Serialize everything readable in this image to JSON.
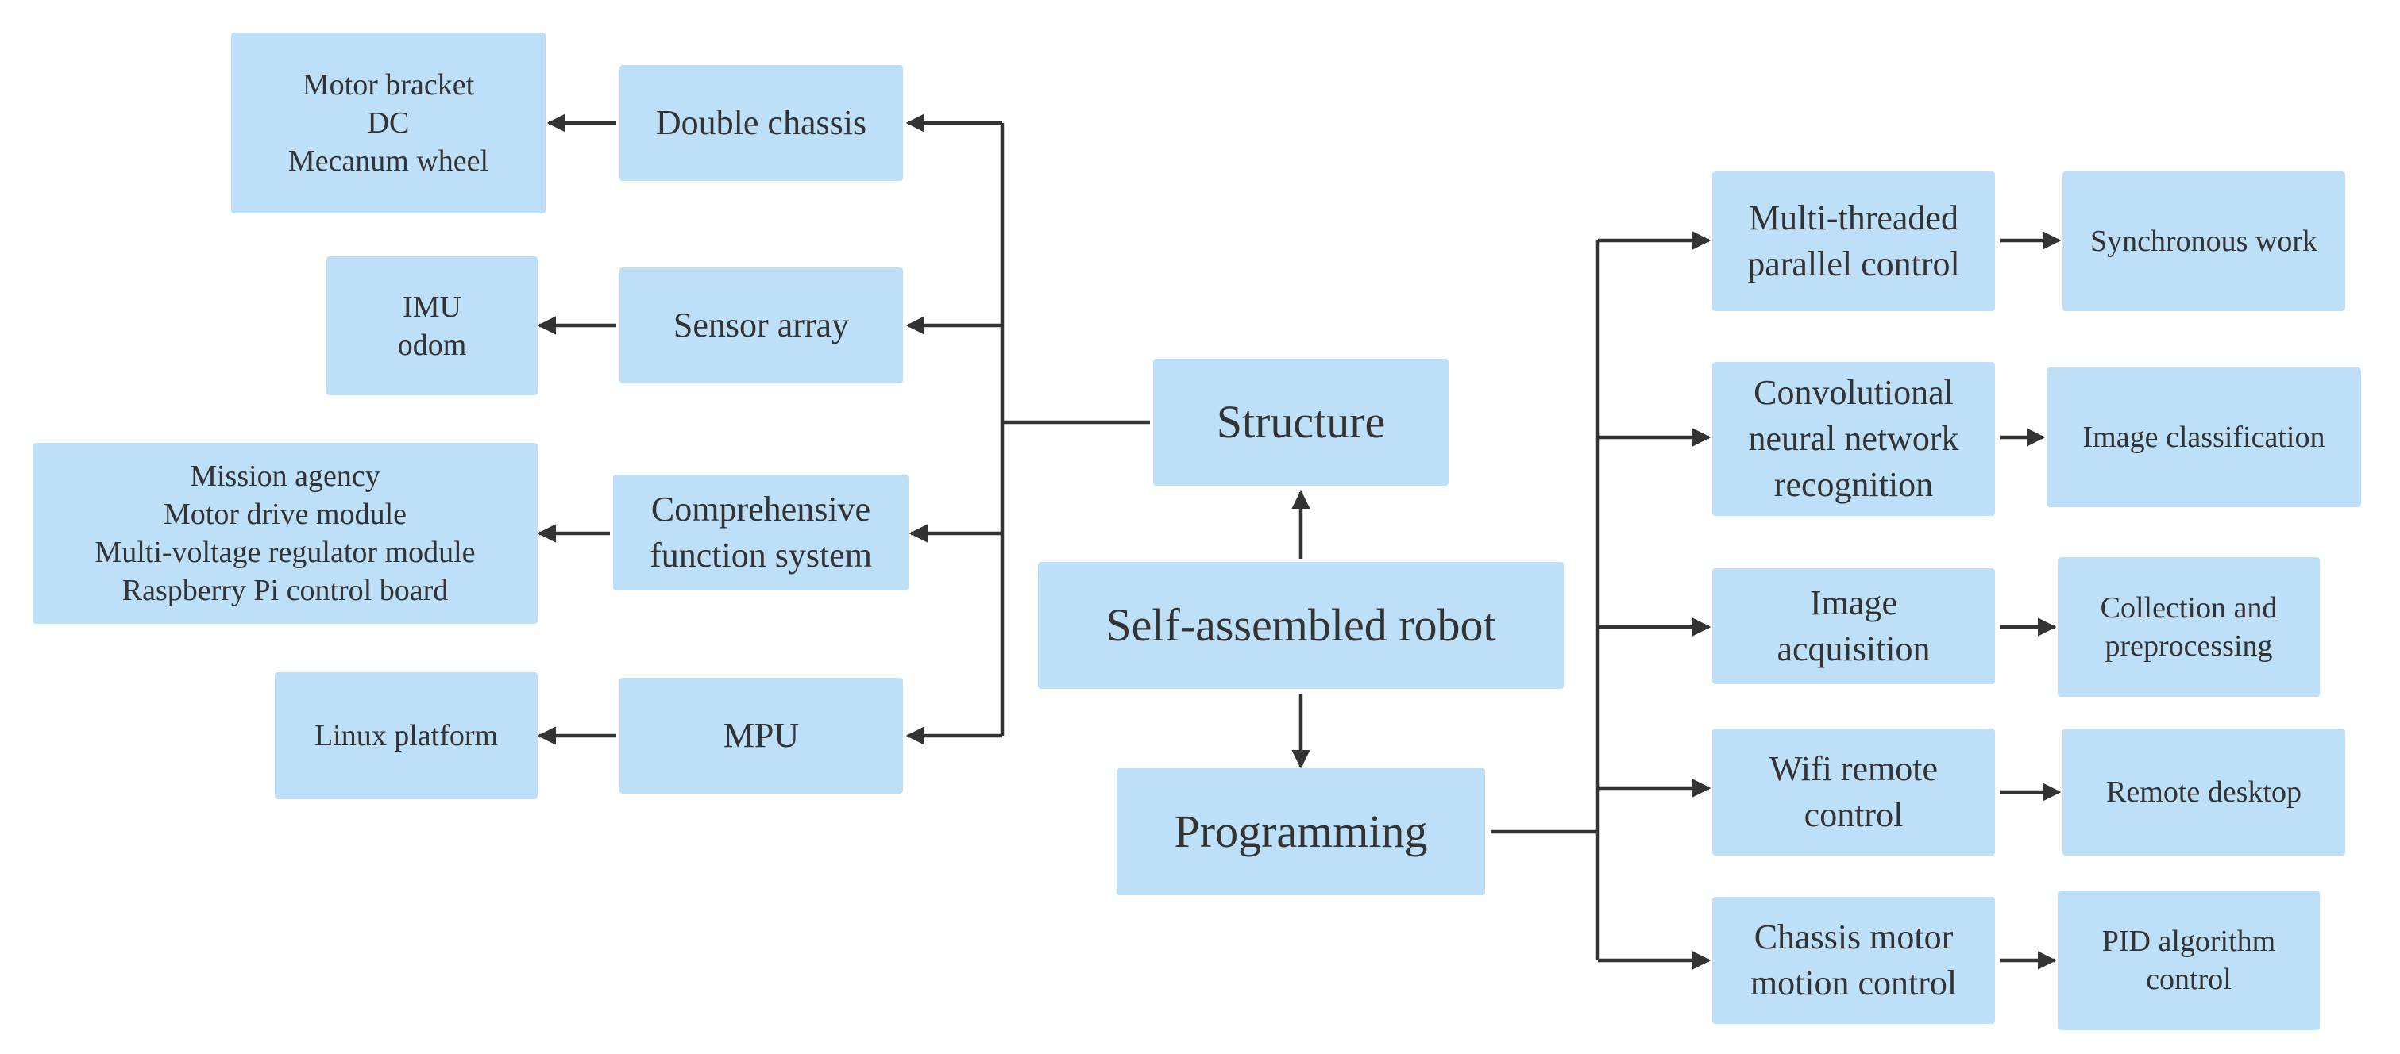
{
  "colors": {
    "box_fill": "#bde0f8",
    "text": "#333333",
    "connector": "#333333"
  },
  "nodes": {
    "structure": {
      "lines": [
        "Structure"
      ]
    },
    "self_assembled_robot": {
      "lines": [
        "Self-assembled robot"
      ]
    },
    "programming": {
      "lines": [
        "Programming"
      ]
    },
    "double_chassis": {
      "lines": [
        "Double chassis"
      ]
    },
    "double_chassis_detail": {
      "lines": [
        "Motor bracket",
        "DC",
        "Mecanum wheel"
      ]
    },
    "sensor_array": {
      "lines": [
        "Sensor array"
      ]
    },
    "sensor_array_detail": {
      "lines": [
        "IMU",
        "odom"
      ]
    },
    "comprehensive_function_system": {
      "lines": [
        "Comprehensive",
        "function system"
      ]
    },
    "comprehensive_function_detail": {
      "lines": [
        "Mission agency",
        "Motor drive module",
        "Multi-voltage regulator module",
        "Raspberry Pi control board"
      ]
    },
    "mpu": {
      "lines": [
        "MPU"
      ]
    },
    "mpu_detail": {
      "lines": [
        "Linux platform"
      ]
    },
    "multi_threaded": {
      "lines": [
        "Multi-threaded",
        "parallel control"
      ]
    },
    "multi_threaded_detail": {
      "lines": [
        "Synchronous work"
      ]
    },
    "cnn_recognition": {
      "lines": [
        "Convolutional",
        "neural network",
        "recognition"
      ]
    },
    "cnn_detail": {
      "lines": [
        "Image classification"
      ]
    },
    "image_acquisition": {
      "lines": [
        "Image",
        "acquisition"
      ]
    },
    "image_acquisition_detail": {
      "lines": [
        "Collection and",
        "preprocessing"
      ]
    },
    "wifi_remote": {
      "lines": [
        "Wifi remote",
        "control"
      ]
    },
    "wifi_remote_detail": {
      "lines": [
        "Remote desktop"
      ]
    },
    "chassis_motor": {
      "lines": [
        "Chassis motor",
        "motion control"
      ]
    },
    "chassis_motor_detail": {
      "lines": [
        "PID algorithm",
        "control"
      ]
    }
  }
}
